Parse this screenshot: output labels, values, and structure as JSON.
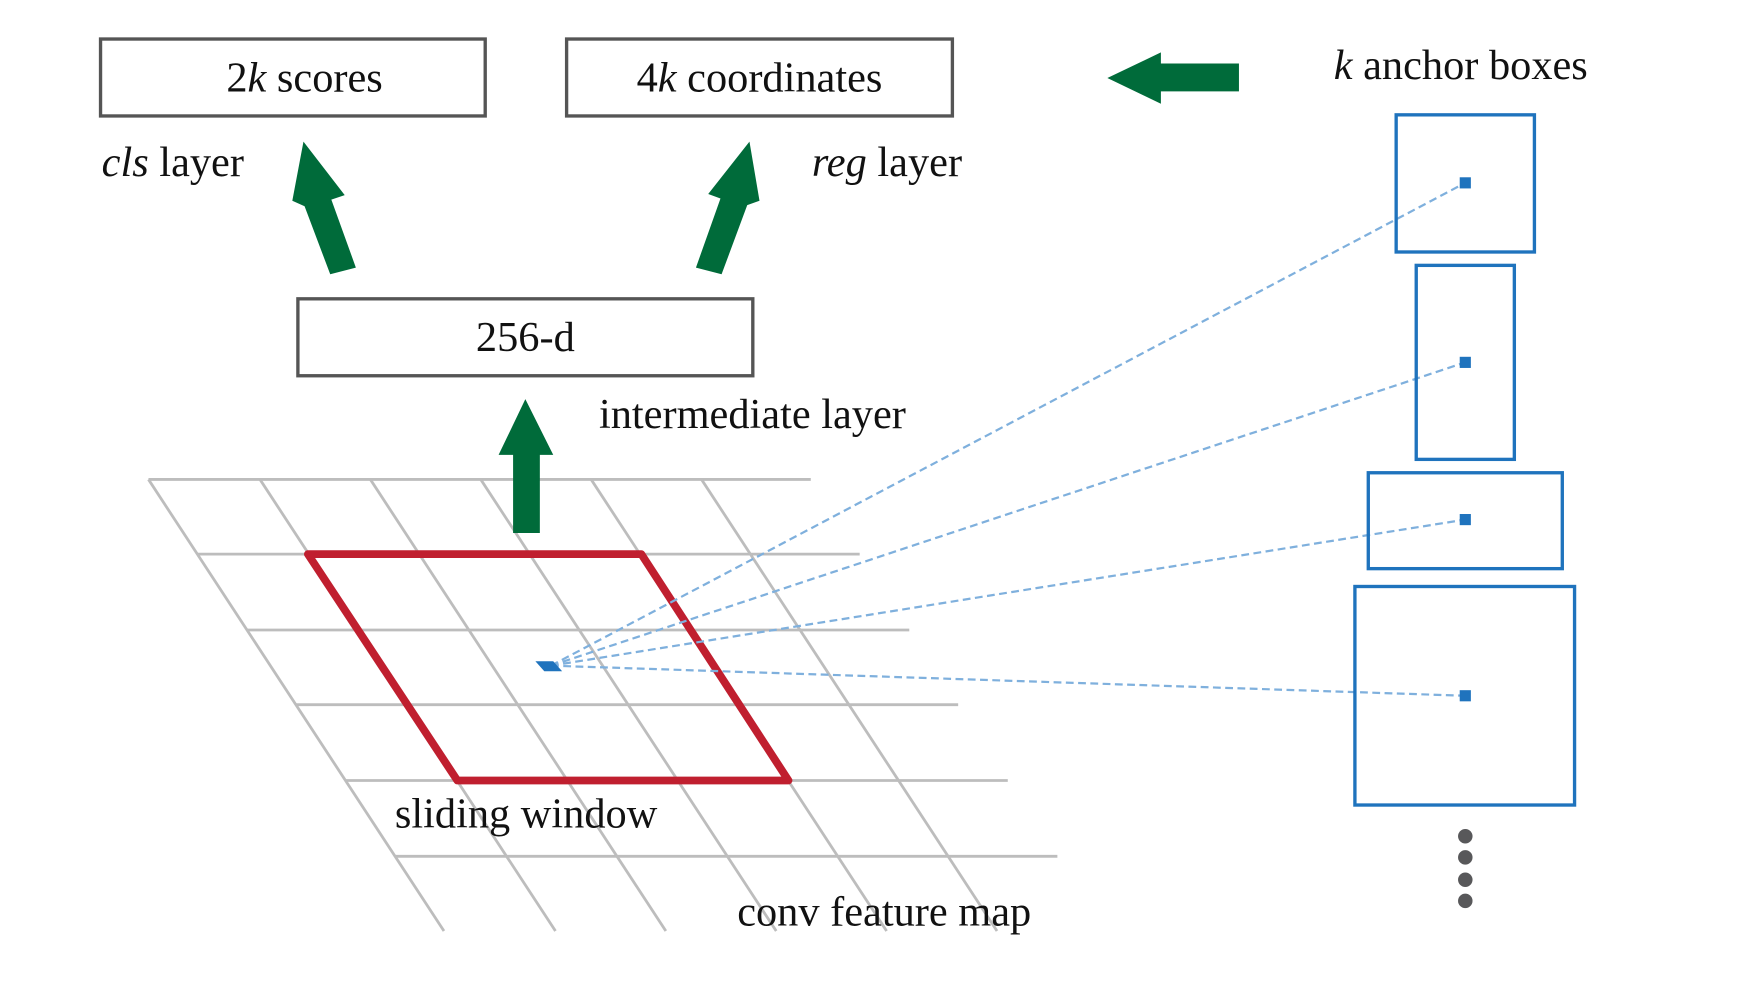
{
  "labels": {
    "scores_k": "2",
    "scores_var": "k",
    "scores_text": " scores",
    "coords_k": "4",
    "coords_var": "k",
    "coords_text": " coordinates",
    "anchors_var": "k",
    "anchors_text": " anchor boxes",
    "cls_var": "cls",
    "cls_text": " layer",
    "reg_var": "reg",
    "reg_text": " layer",
    "intermediate_box": "256-d",
    "intermediate_label": "intermediate layer",
    "sliding_window": "sliding window",
    "feature_map": "conv feature map"
  },
  "colors": {
    "arrow": "#006b3a",
    "window": "#c01f2f",
    "anchor": "#1f73bd",
    "grid": "#bdbdbd",
    "box_border": "#555555"
  },
  "anchor_count_shown": 4
}
